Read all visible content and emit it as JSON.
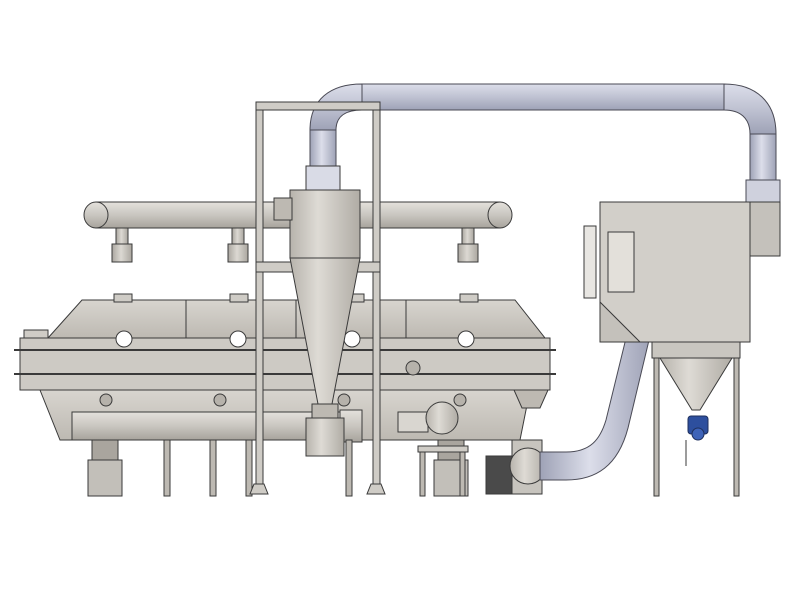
{
  "colors": {
    "background": "#ffffff",
    "steel": "#c9c6c0",
    "steel_dark": "#a9a59e",
    "steel_light": "#dedbd5",
    "duct": "#b9bccd",
    "duct_light": "#d3d5e2",
    "outline": "#3a3a3a",
    "valve": "#2d4f9e"
  },
  "components": [
    {
      "id": "fluid-bed-dryer-body",
      "icon": "vibrating-fluid-bed-dryer"
    },
    {
      "id": "top-manifold-pipe",
      "icon": "horizontal-header-pipe"
    },
    {
      "id": "cyclone-separator",
      "icon": "cyclone"
    },
    {
      "id": "support-frame",
      "icon": "steel-frame"
    },
    {
      "id": "overhead-duct",
      "icon": "curved-duct"
    },
    {
      "id": "bag-filter",
      "icon": "dust-collector"
    },
    {
      "id": "induced-draft-fan",
      "icon": "fan"
    },
    {
      "id": "blower",
      "icon": "fan"
    },
    {
      "id": "rotary-valve",
      "icon": "valve"
    }
  ]
}
